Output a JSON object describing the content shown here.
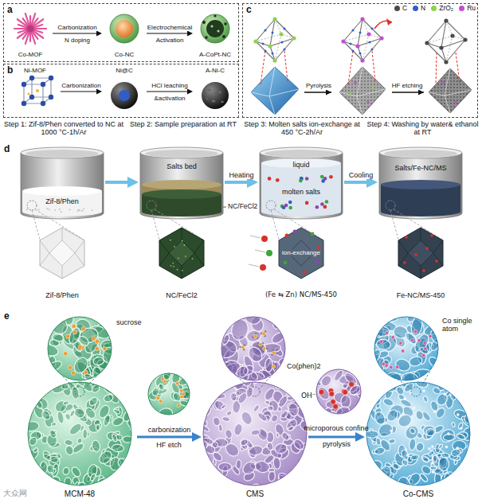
{
  "diagram": {
    "nodes": [
      {
        "text": [
          "a"
        ]
      },
      {
        "text": [
          "Co-MOF"
        ],
        "in": 0
      },
      {
        "text": [
          "Co-NC"
        ],
        "in": 0
      },
      {
        "text": [
          "A-CoPt-NC"
        ],
        "in": 0
      },
      {
        "text": [
          "b"
        ]
      },
      {
        "text": [
          "Ni-MOF"
        ],
        "in": 4
      },
      {
        "text": [
          "Ni@C"
        ],
        "in": 4
      },
      {
        "text": [
          "A-Ni-C"
        ],
        "in": 4
      },
      {
        "text": [
          "c"
        ]
      },
      {
        "text": [
          "Zif-8/Phen"
        ]
      },
      {
        "text": [
          "Salts bed"
        ]
      },
      {
        "text": [
          "liquid",
          "molten salts"
        ]
      },
      {
        "text": [
          "Salts/Fe-NC/MS"
        ]
      },
      {
        "text": [
          "Zif-8/Phen"
        ]
      },
      {
        "text": [
          "NC/FeCl2"
        ]
      },
      {
        "text": [
          "(Fe ⇆ Zn) NC/MS-450"
        ]
      },
      {
        "text": [
          "Fe-NC/MS-450"
        ]
      },
      {
        "text": [
          "MCM-48"
        ]
      },
      {
        "text": [
          "CMS"
        ]
      },
      {
        "text": [
          "Co-CMS"
        ]
      }
    ],
    "edges": [
      {
        "from": 1,
        "to": 2,
        "label": "Carbonization",
        "arrow": "to"
      },
      {
        "from": 2,
        "to": 3,
        "label": "Electrochemical",
        "arrow": "to"
      },
      {
        "from": 5,
        "to": 6,
        "label": "Carbonization",
        "arrow": "to"
      },
      {
        "from": 6,
        "to": 7,
        "label": "HCl leaching",
        "arrow": "to"
      },
      {
        "from": 9,
        "to": 10,
        "arrow": "to"
      },
      {
        "from": 10,
        "to": 11,
        "label": "Heating",
        "arrow": "to"
      },
      {
        "from": 11,
        "to": 12,
        "label": "Cooling",
        "arrow": "to"
      },
      {
        "from": 17,
        "to": 18,
        "label": "carbonization",
        "arrow": "to"
      },
      {
        "from": 18,
        "to": 19,
        "label": "pyrolysis",
        "arrow": "to"
      }
    ],
    "labels": [
      "N doping",
      "Activation",
      "&activation",
      "Pyrolysis",
      "HF etching",
      "Step 1: Zif-8/Phen converted to NC at 1000 °C-1h/Ar",
      "Step 2: Sample preparation at RT",
      "Step 3: Molten salts ion-exchange at 450 °C-2h/Ar",
      "Step 4: Washing by water& ethanol at RT",
      "d",
      "NC/FeCl2",
      "ion-exchange",
      "e",
      "sucrose",
      "Co(phen)2",
      "Co single atom",
      "OH⁻",
      "HF etch",
      "microporous confine",
      "大众网"
    ],
    "legend": [
      {
        "text": "C",
        "color": "#4a4a4a"
      },
      {
        "text": "N",
        "color": "#2f5fc4"
      },
      {
        "text": "ZrO₂",
        "color": "#8fd14f"
      },
      {
        "text": "Ru",
        "color": "#c34fd0"
      }
    ]
  }
}
